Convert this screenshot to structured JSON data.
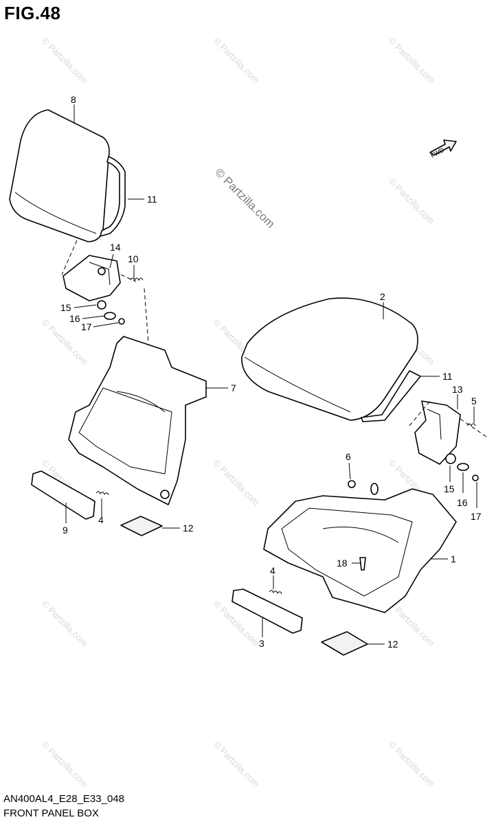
{
  "figure_title": "FIG.48",
  "code": "AN400AL4_E28_E33_048",
  "caption": "FRONT PANEL BOX",
  "watermark_small": "© Partzilla.com",
  "watermark_main": "© Partzilla.com",
  "direction_arrow": "FWD",
  "callouts": {
    "p8": "8",
    "p11a": "11",
    "p14": "14",
    "p10": "10",
    "p15a": "15",
    "p16a": "16",
    "p17a": "17",
    "p7": "7",
    "p9": "9",
    "p4a": "4",
    "p12a": "12",
    "p2": "2",
    "p11b": "11",
    "p13": "13",
    "p5": "5",
    "p6": "6",
    "p15b": "15",
    "p16b": "16",
    "p17b": "17",
    "p1": "1",
    "p18": "18",
    "p4b": "4",
    "p3": "3",
    "p12b": "12"
  }
}
